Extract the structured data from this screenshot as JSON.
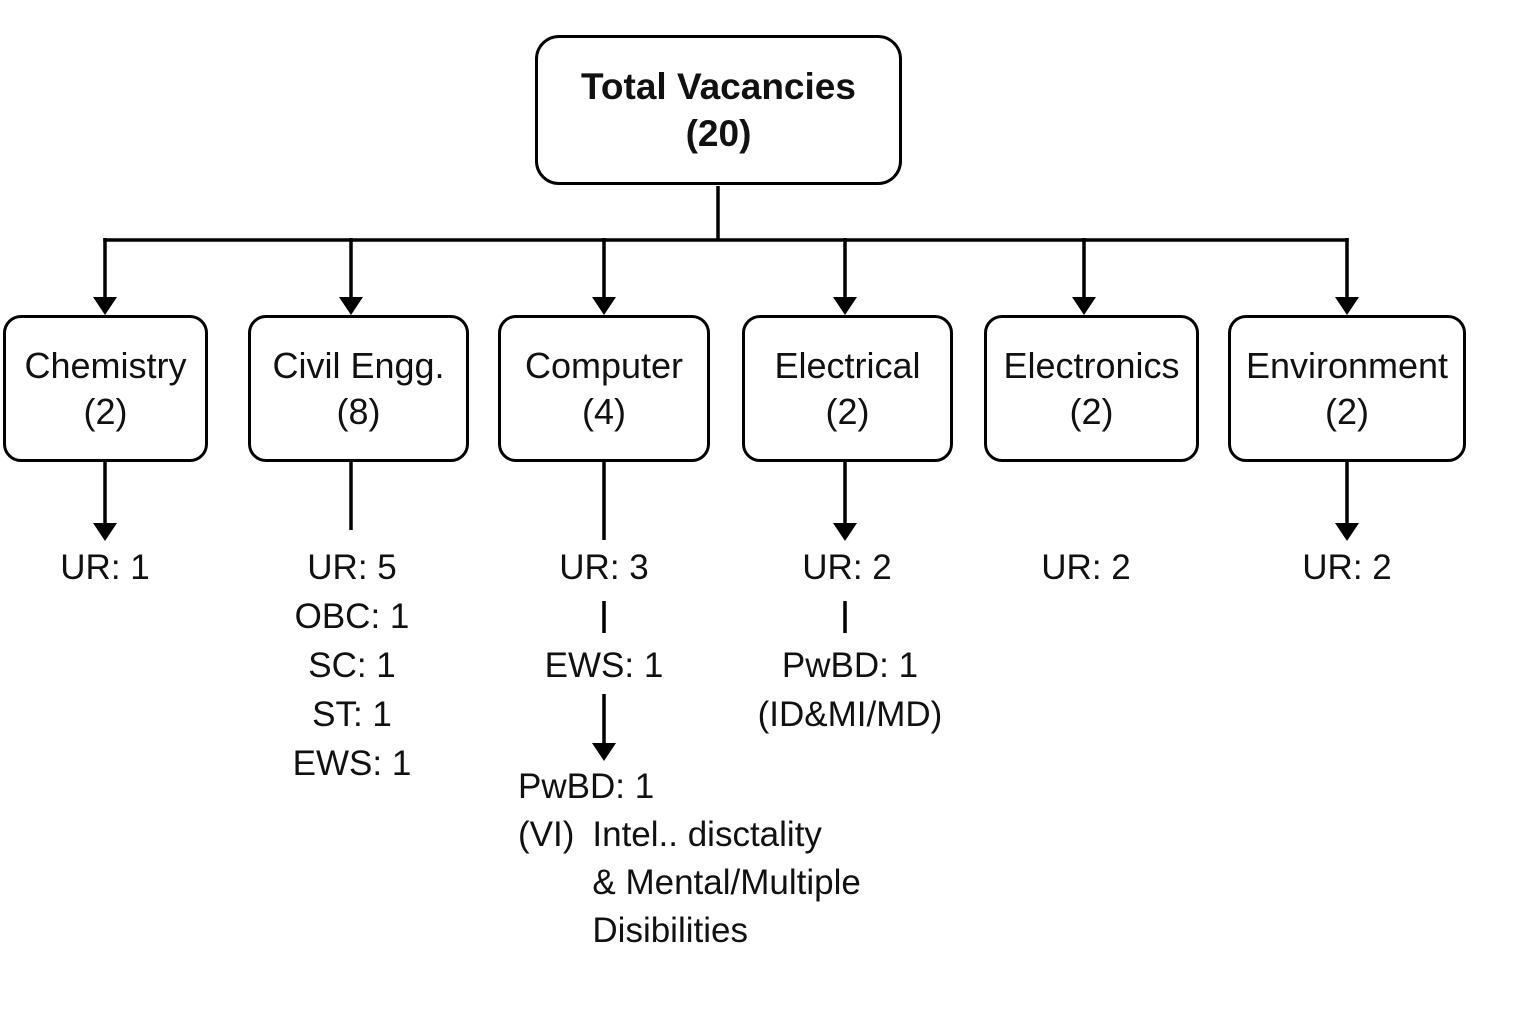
{
  "diagram": {
    "root": {
      "label": "Total Vacancies",
      "count": "(20)"
    },
    "departments": [
      {
        "name": "Chemistry",
        "count": "(2)",
        "breakdown": [
          "UR: 1"
        ]
      },
      {
        "name": "Civil Engg.",
        "count": "(8)",
        "breakdown": [
          "UR: 5",
          "OBC: 1",
          "SC: 1",
          "ST: 1",
          "EWS: 1"
        ]
      },
      {
        "name": "Computer",
        "count": "(4)",
        "breakdown": [
          "UR: 3",
          "EWS: 1",
          "PwBD: 1"
        ],
        "note_prefix": "(VI)",
        "note_lines": [
          "Intel.. disctality",
          "& Mental/Multiple",
          "Disibilities"
        ]
      },
      {
        "name": "Electrical",
        "count": "(2)",
        "breakdown": [
          "UR: 2",
          "PwBD: 1"
        ],
        "note": "(ID&MI/MD)"
      },
      {
        "name": "Electronics",
        "count": "(2)",
        "breakdown": [
          "UR: 2"
        ]
      },
      {
        "name": "Environment",
        "count": "(2)",
        "breakdown": [
          "UR: 2"
        ]
      }
    ],
    "colors": {
      "line": "#000000",
      "background": "#ffffff",
      "text": "#111111"
    }
  }
}
